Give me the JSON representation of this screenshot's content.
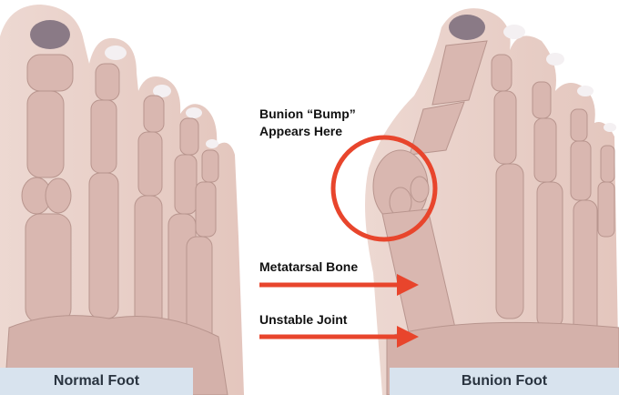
{
  "captions": {
    "normal": "Normal Foot",
    "bunion": "Bunion Foot"
  },
  "callouts": {
    "bump_line1": "Bunion “Bump”",
    "bump_line2": "Appears Here",
    "metatarsal": "Metatarsal Bone",
    "unstable": "Unstable Joint"
  },
  "colors": {
    "accent_red": "#e8452c",
    "caption_bg": "#d8e3ee",
    "skin": "#e9cfc7",
    "bone": "#d9b7b0"
  }
}
